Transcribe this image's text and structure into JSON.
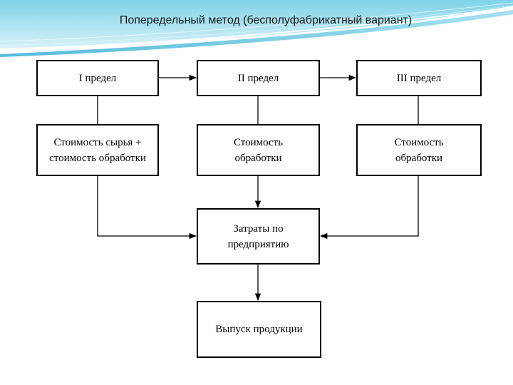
{
  "slide": {
    "title": "Попередельный метод (бесполуфабрикатный вариант)"
  },
  "stages": [
    {
      "label": "I предел"
    },
    {
      "label": "II предел"
    },
    {
      "label": "III предел"
    }
  ],
  "costs": [
    {
      "label": "Стоимость сырья + стоимость обработки"
    },
    {
      "label": "Стоимость обработки"
    },
    {
      "label": "Стоимость обработки"
    }
  ],
  "totals": {
    "label": "Затраты по предприятию"
  },
  "output": {
    "label": "Выпуск продукции"
  }
}
